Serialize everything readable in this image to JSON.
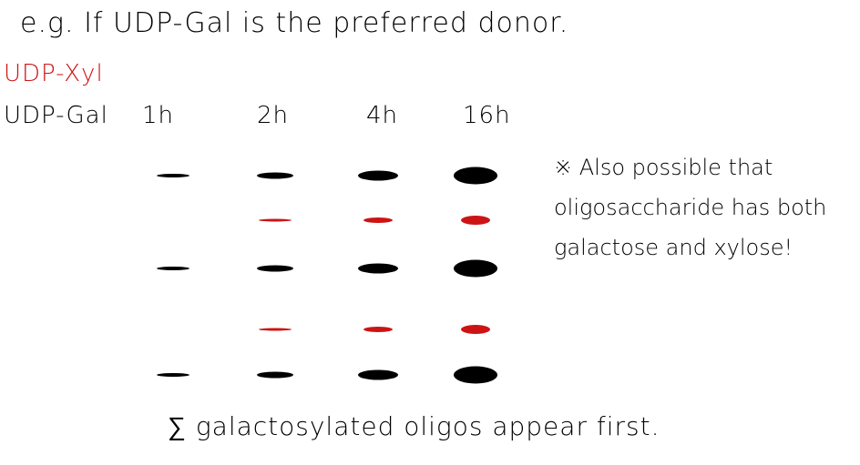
{
  "colors": {
    "ink": "#000000",
    "red": "#cc1414"
  },
  "title": "e.g. If UDP-Gal is the preferred donor.",
  "donors": {
    "xyl": "UDP-Xyl",
    "gal": "UDP-Gal"
  },
  "timepoints": [
    "1h",
    "2h",
    "4h",
    "16h"
  ],
  "lanes": [
    {
      "timepoint": "1h",
      "bands": [
        {
          "row": 1,
          "color": "black",
          "intensity": 1
        },
        {
          "row": 3,
          "color": "black",
          "intensity": 1
        },
        {
          "row": 5,
          "color": "black",
          "intensity": 1
        }
      ]
    },
    {
      "timepoint": "2h",
      "bands": [
        {
          "row": 1,
          "color": "black",
          "intensity": 2
        },
        {
          "row": 2,
          "color": "red",
          "intensity": 1
        },
        {
          "row": 3,
          "color": "black",
          "intensity": 2
        },
        {
          "row": 4,
          "color": "red",
          "intensity": 1
        },
        {
          "row": 5,
          "color": "black",
          "intensity": 2
        }
      ]
    },
    {
      "timepoint": "4h",
      "bands": [
        {
          "row": 1,
          "color": "black",
          "intensity": 3
        },
        {
          "row": 2,
          "color": "red",
          "intensity": 2
        },
        {
          "row": 3,
          "color": "black",
          "intensity": 3
        },
        {
          "row": 4,
          "color": "red",
          "intensity": 2
        },
        {
          "row": 5,
          "color": "black",
          "intensity": 3
        }
      ]
    },
    {
      "timepoint": "16h",
      "bands": [
        {
          "row": 1,
          "color": "black",
          "intensity": 4
        },
        {
          "row": 2,
          "color": "red",
          "intensity": 3
        },
        {
          "row": 3,
          "color": "black",
          "intensity": 4
        },
        {
          "row": 4,
          "color": "red",
          "intensity": 3
        },
        {
          "row": 5,
          "color": "black",
          "intensity": 4
        }
      ]
    }
  ],
  "note": {
    "lines": [
      "※ Also possible that",
      "oligosaccharide has both",
      "galactose and xylose!"
    ]
  },
  "footer": "∑ galactosylated oligos appear first."
}
